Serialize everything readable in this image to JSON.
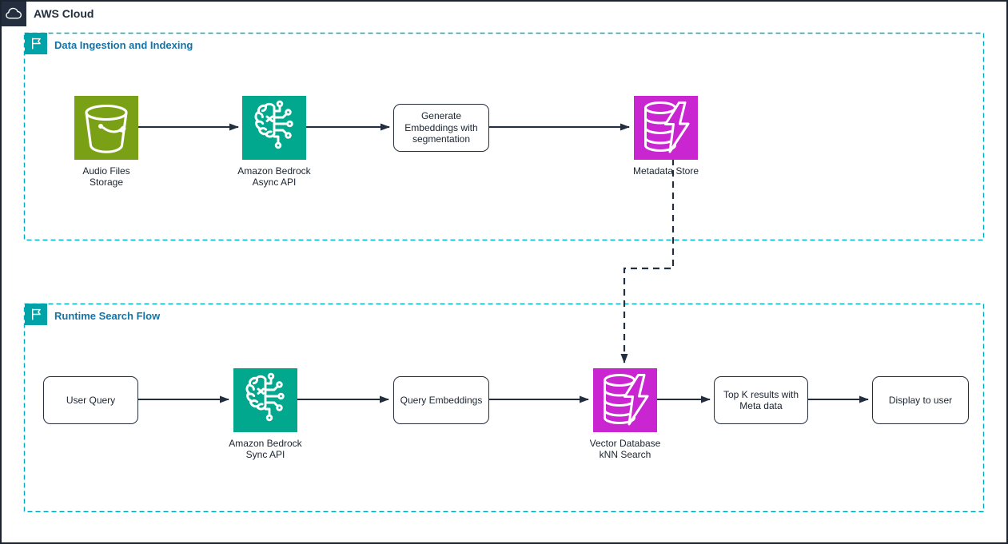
{
  "header": {
    "title": "AWS Cloud",
    "icon": "cloud-icon"
  },
  "groups": [
    {
      "label": "Data Ingestion and Indexing",
      "icon": "flag-icon"
    },
    {
      "label": "Runtime Search Flow",
      "icon": "flag-icon"
    }
  ],
  "nodes": {
    "audio_files_storage": {
      "icon": "s3-bucket-icon",
      "label": "Audio Files\nStorage"
    },
    "bedrock_async": {
      "icon": "bedrock-brain-circuit-icon",
      "label": "Amazon Bedrock\nAsync API"
    },
    "generate_embeddings": {
      "label": "Generate\nEmbeddings with\nsegmentation"
    },
    "metadata_store": {
      "icon": "database-lightning-icon",
      "label": "Metadata Store"
    },
    "user_query": {
      "label": "User Query"
    },
    "bedrock_sync": {
      "icon": "bedrock-brain-circuit-icon",
      "label": "Amazon Bedrock\nSync API"
    },
    "query_embeddings": {
      "label": "Query Embeddings"
    },
    "vector_database": {
      "icon": "database-lightning-icon",
      "label": "Vector Database\nkNN Search"
    },
    "top_k_results": {
      "label": "Top K results with\nMeta data"
    },
    "display_to_user": {
      "label": "Display to user"
    }
  },
  "edges": [
    {
      "from": "audio_files_storage",
      "to": "bedrock_async",
      "style": "solid"
    },
    {
      "from": "bedrock_async",
      "to": "generate_embeddings",
      "style": "solid"
    },
    {
      "from": "generate_embeddings",
      "to": "metadata_store",
      "style": "solid"
    },
    {
      "from": "metadata_store",
      "to": "vector_database",
      "style": "dashed"
    },
    {
      "from": "user_query",
      "to": "bedrock_sync",
      "style": "solid"
    },
    {
      "from": "bedrock_sync",
      "to": "query_embeddings",
      "style": "solid"
    },
    {
      "from": "query_embeddings",
      "to": "vector_database",
      "style": "solid"
    },
    {
      "from": "vector_database",
      "to": "top_k_results",
      "style": "solid"
    },
    {
      "from": "top_k_results",
      "to": "display_to_user",
      "style": "solid"
    }
  ],
  "colors": {
    "storage_green": "#7AA116",
    "bedrock_teal": "#01A88D",
    "database_magenta": "#C925D1",
    "aws_navy": "#232F3E",
    "group_border_teal": "#00A9BC",
    "group_label_blue": "#1374A8",
    "arrow_dark": "#232F3E"
  }
}
